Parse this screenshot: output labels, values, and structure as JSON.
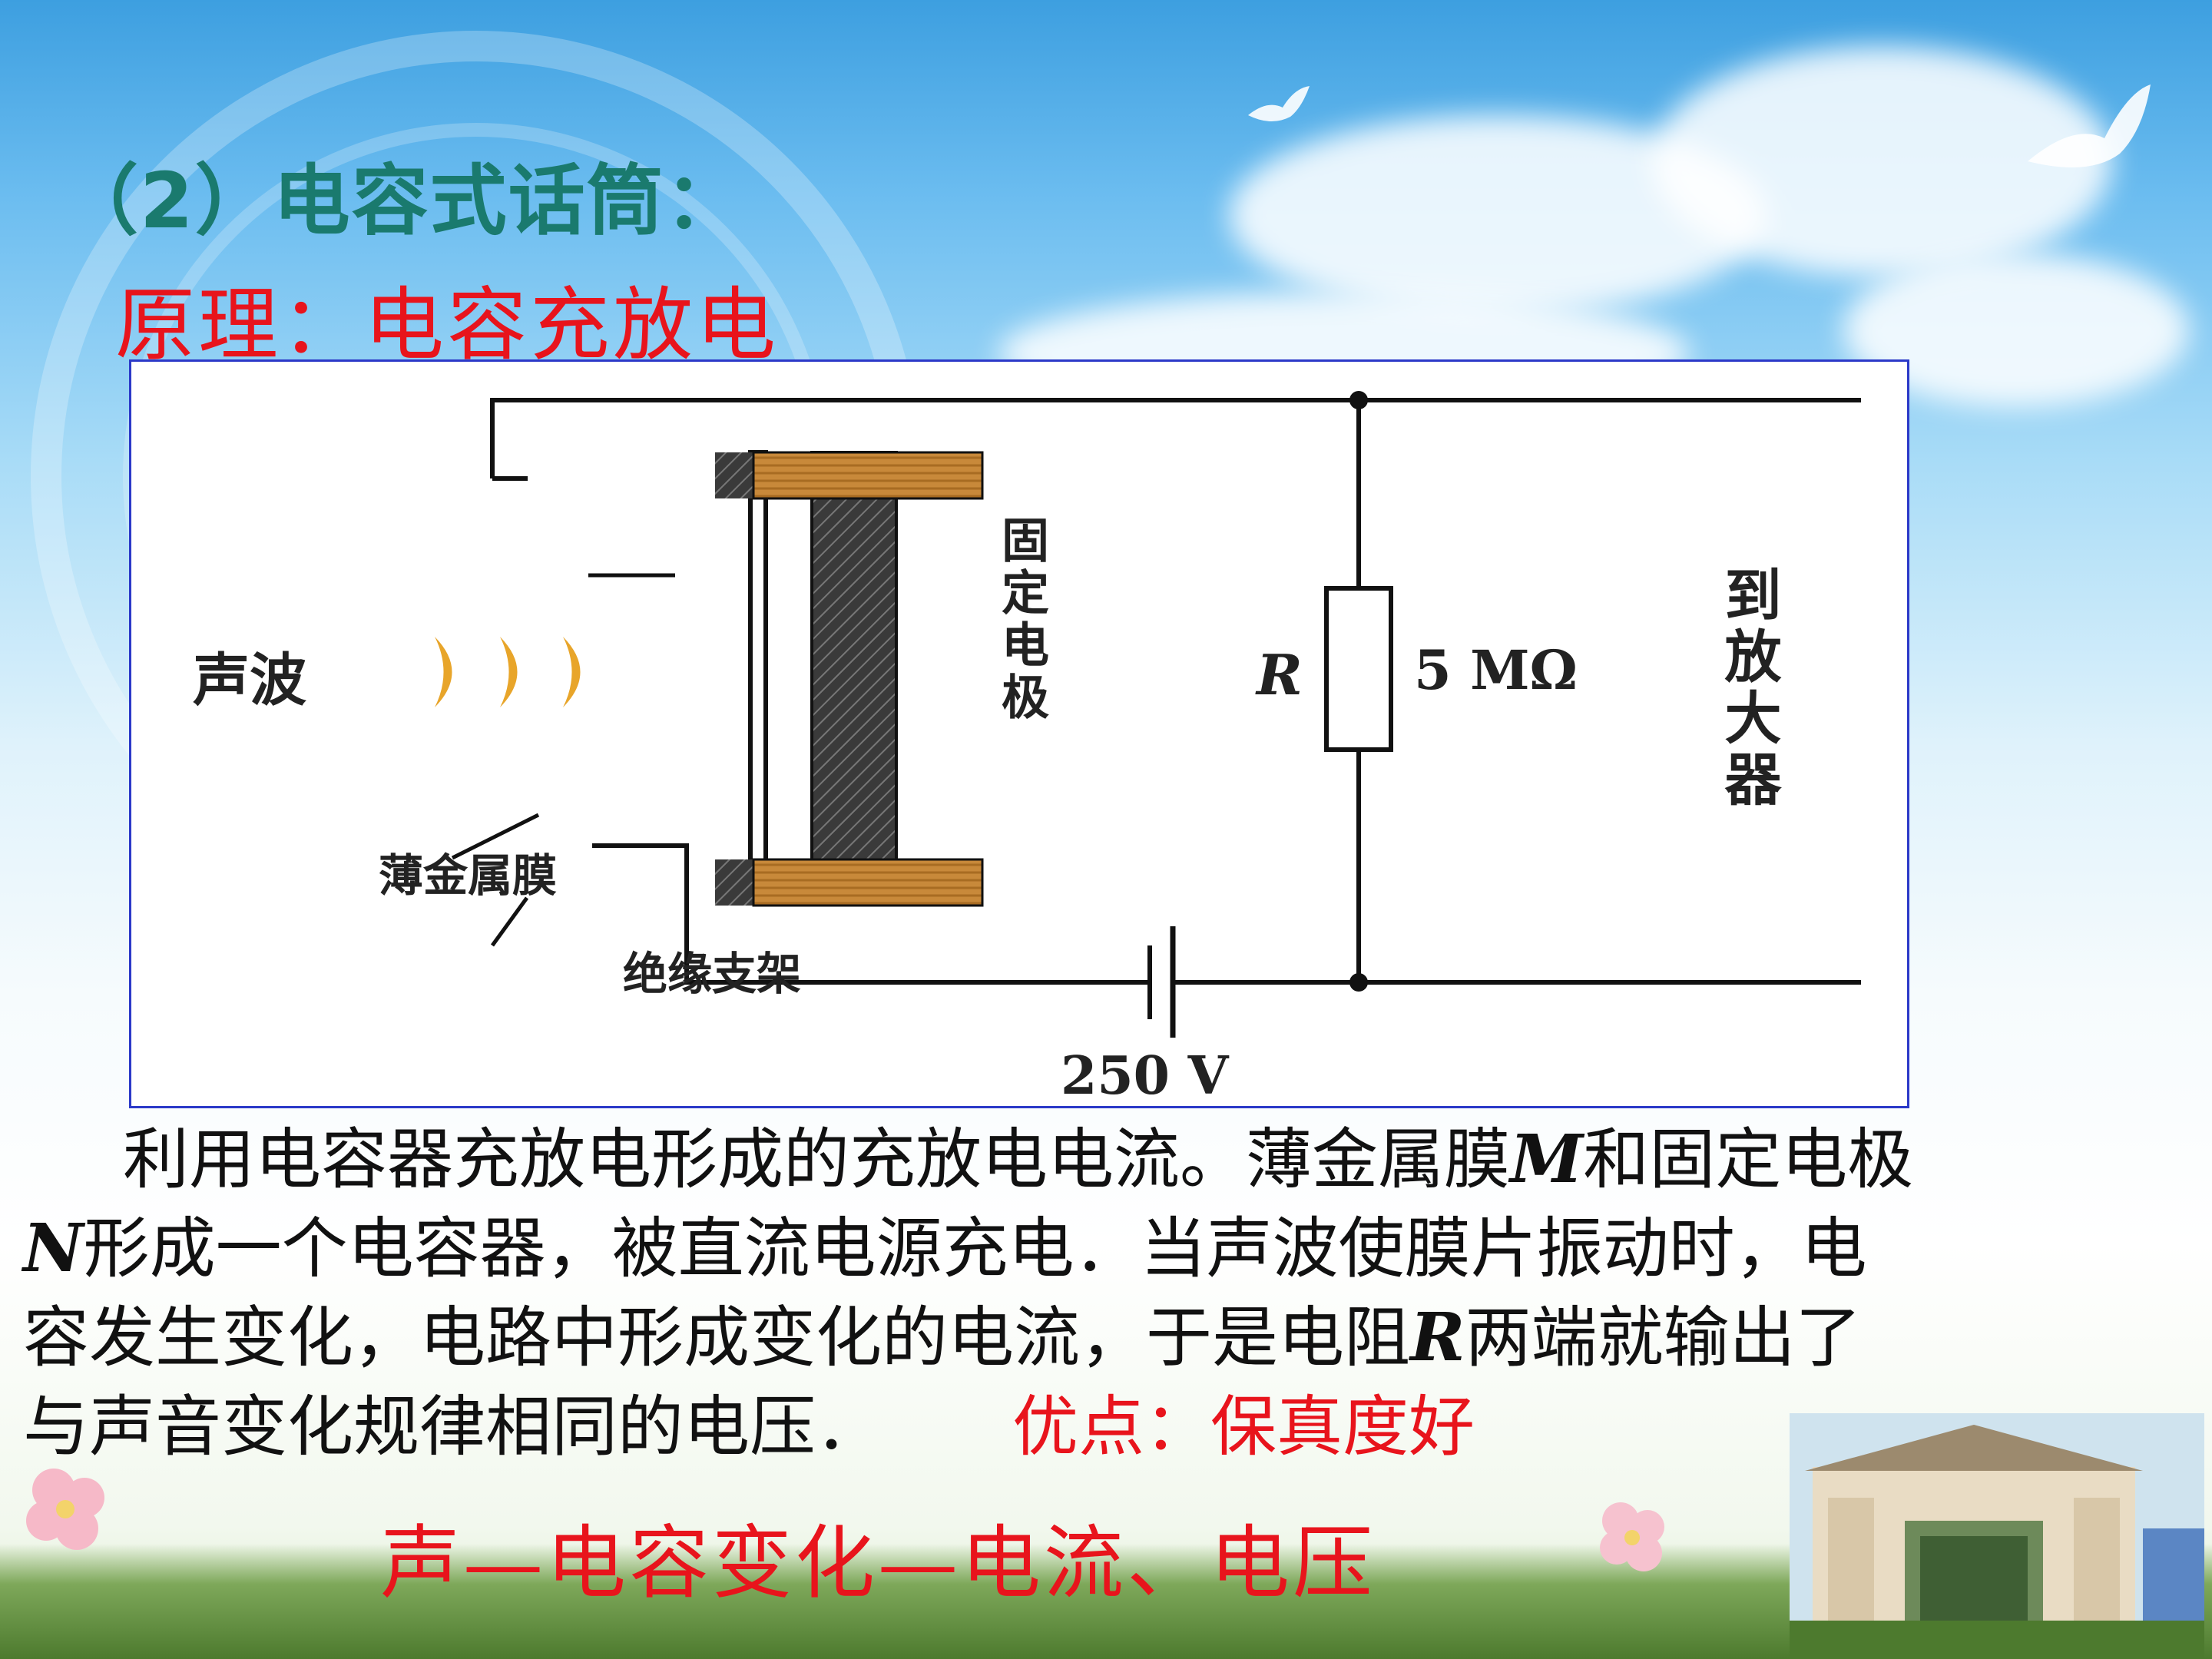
{
  "slide": {
    "heading": "（2）电容式话筒：",
    "principle": "原理：电容充放电",
    "body_lines": [
      [
        "利用电容器充放电形成的充放电电流。薄金属膜",
        "M",
        "和固定电极"
      ],
      [
        "N",
        "形成一个电容器，被直流电源充电．当声波使膜片振动时，电"
      ],
      [
        "容发生变化，电路中形成变化的电流，于是电阻",
        "R",
        "两端就输出了"
      ],
      [
        "与声音变化规律相同的电压．"
      ]
    ],
    "advantage": "优点：保真度好",
    "summary": "声—电容变化—电流、电压"
  },
  "diagram": {
    "sound_wave": "声波",
    "fixed_electrode": "固定电极",
    "metal_film": "薄金属膜",
    "insulating_support": "绝缘支架",
    "resistor_symbol": "R",
    "resistance": "5 MΩ",
    "to_amplifier": "到放大器",
    "voltage": "250 V"
  },
  "colors": {
    "heading": "#1a7a6e",
    "accent_red": "#e8141c",
    "diagram_border": "#2b39c8",
    "support": "#c8893a"
  }
}
